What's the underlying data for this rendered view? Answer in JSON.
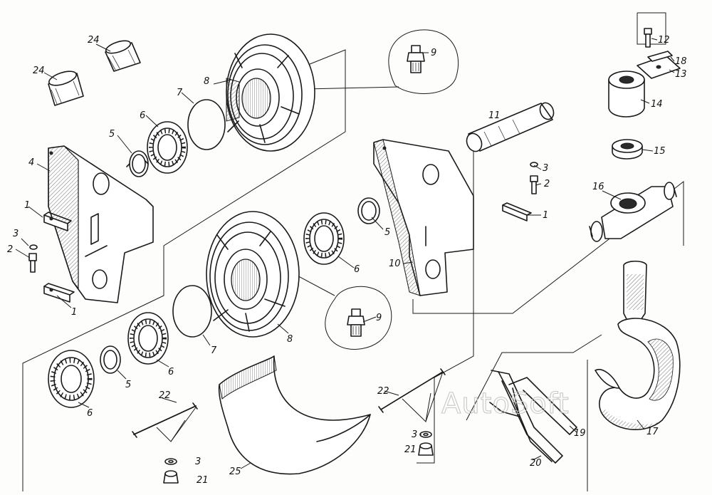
{
  "watermark": "AutoSoft",
  "labels": {
    "l24a": "24",
    "l24b": "24",
    "l4": "4",
    "l1a": "1",
    "l3a": "3",
    "l2a": "2",
    "l1b": "1",
    "l5a": "5",
    "l6a": "6",
    "l7a": "7",
    "l8a": "8",
    "l9a": "9",
    "l11": "11",
    "l3b": "3",
    "l2b": "2",
    "l1c": "1",
    "l5b": "5",
    "l6b": "6",
    "l10": "10",
    "l12": "12",
    "l18": "18",
    "l13": "13",
    "l14": "14",
    "l15": "15",
    "l16": "16",
    "l9b": "9",
    "l8b": "8",
    "l7b": "7",
    "l6c": "6",
    "l5c": "5",
    "l6d": "6",
    "l22a": "22",
    "l22b": "22",
    "l3c": "3",
    "l21a": "21",
    "l3d": "3",
    "l21b": "21",
    "l20": "20",
    "l19": "19",
    "l17": "17",
    "l25": "25"
  }
}
